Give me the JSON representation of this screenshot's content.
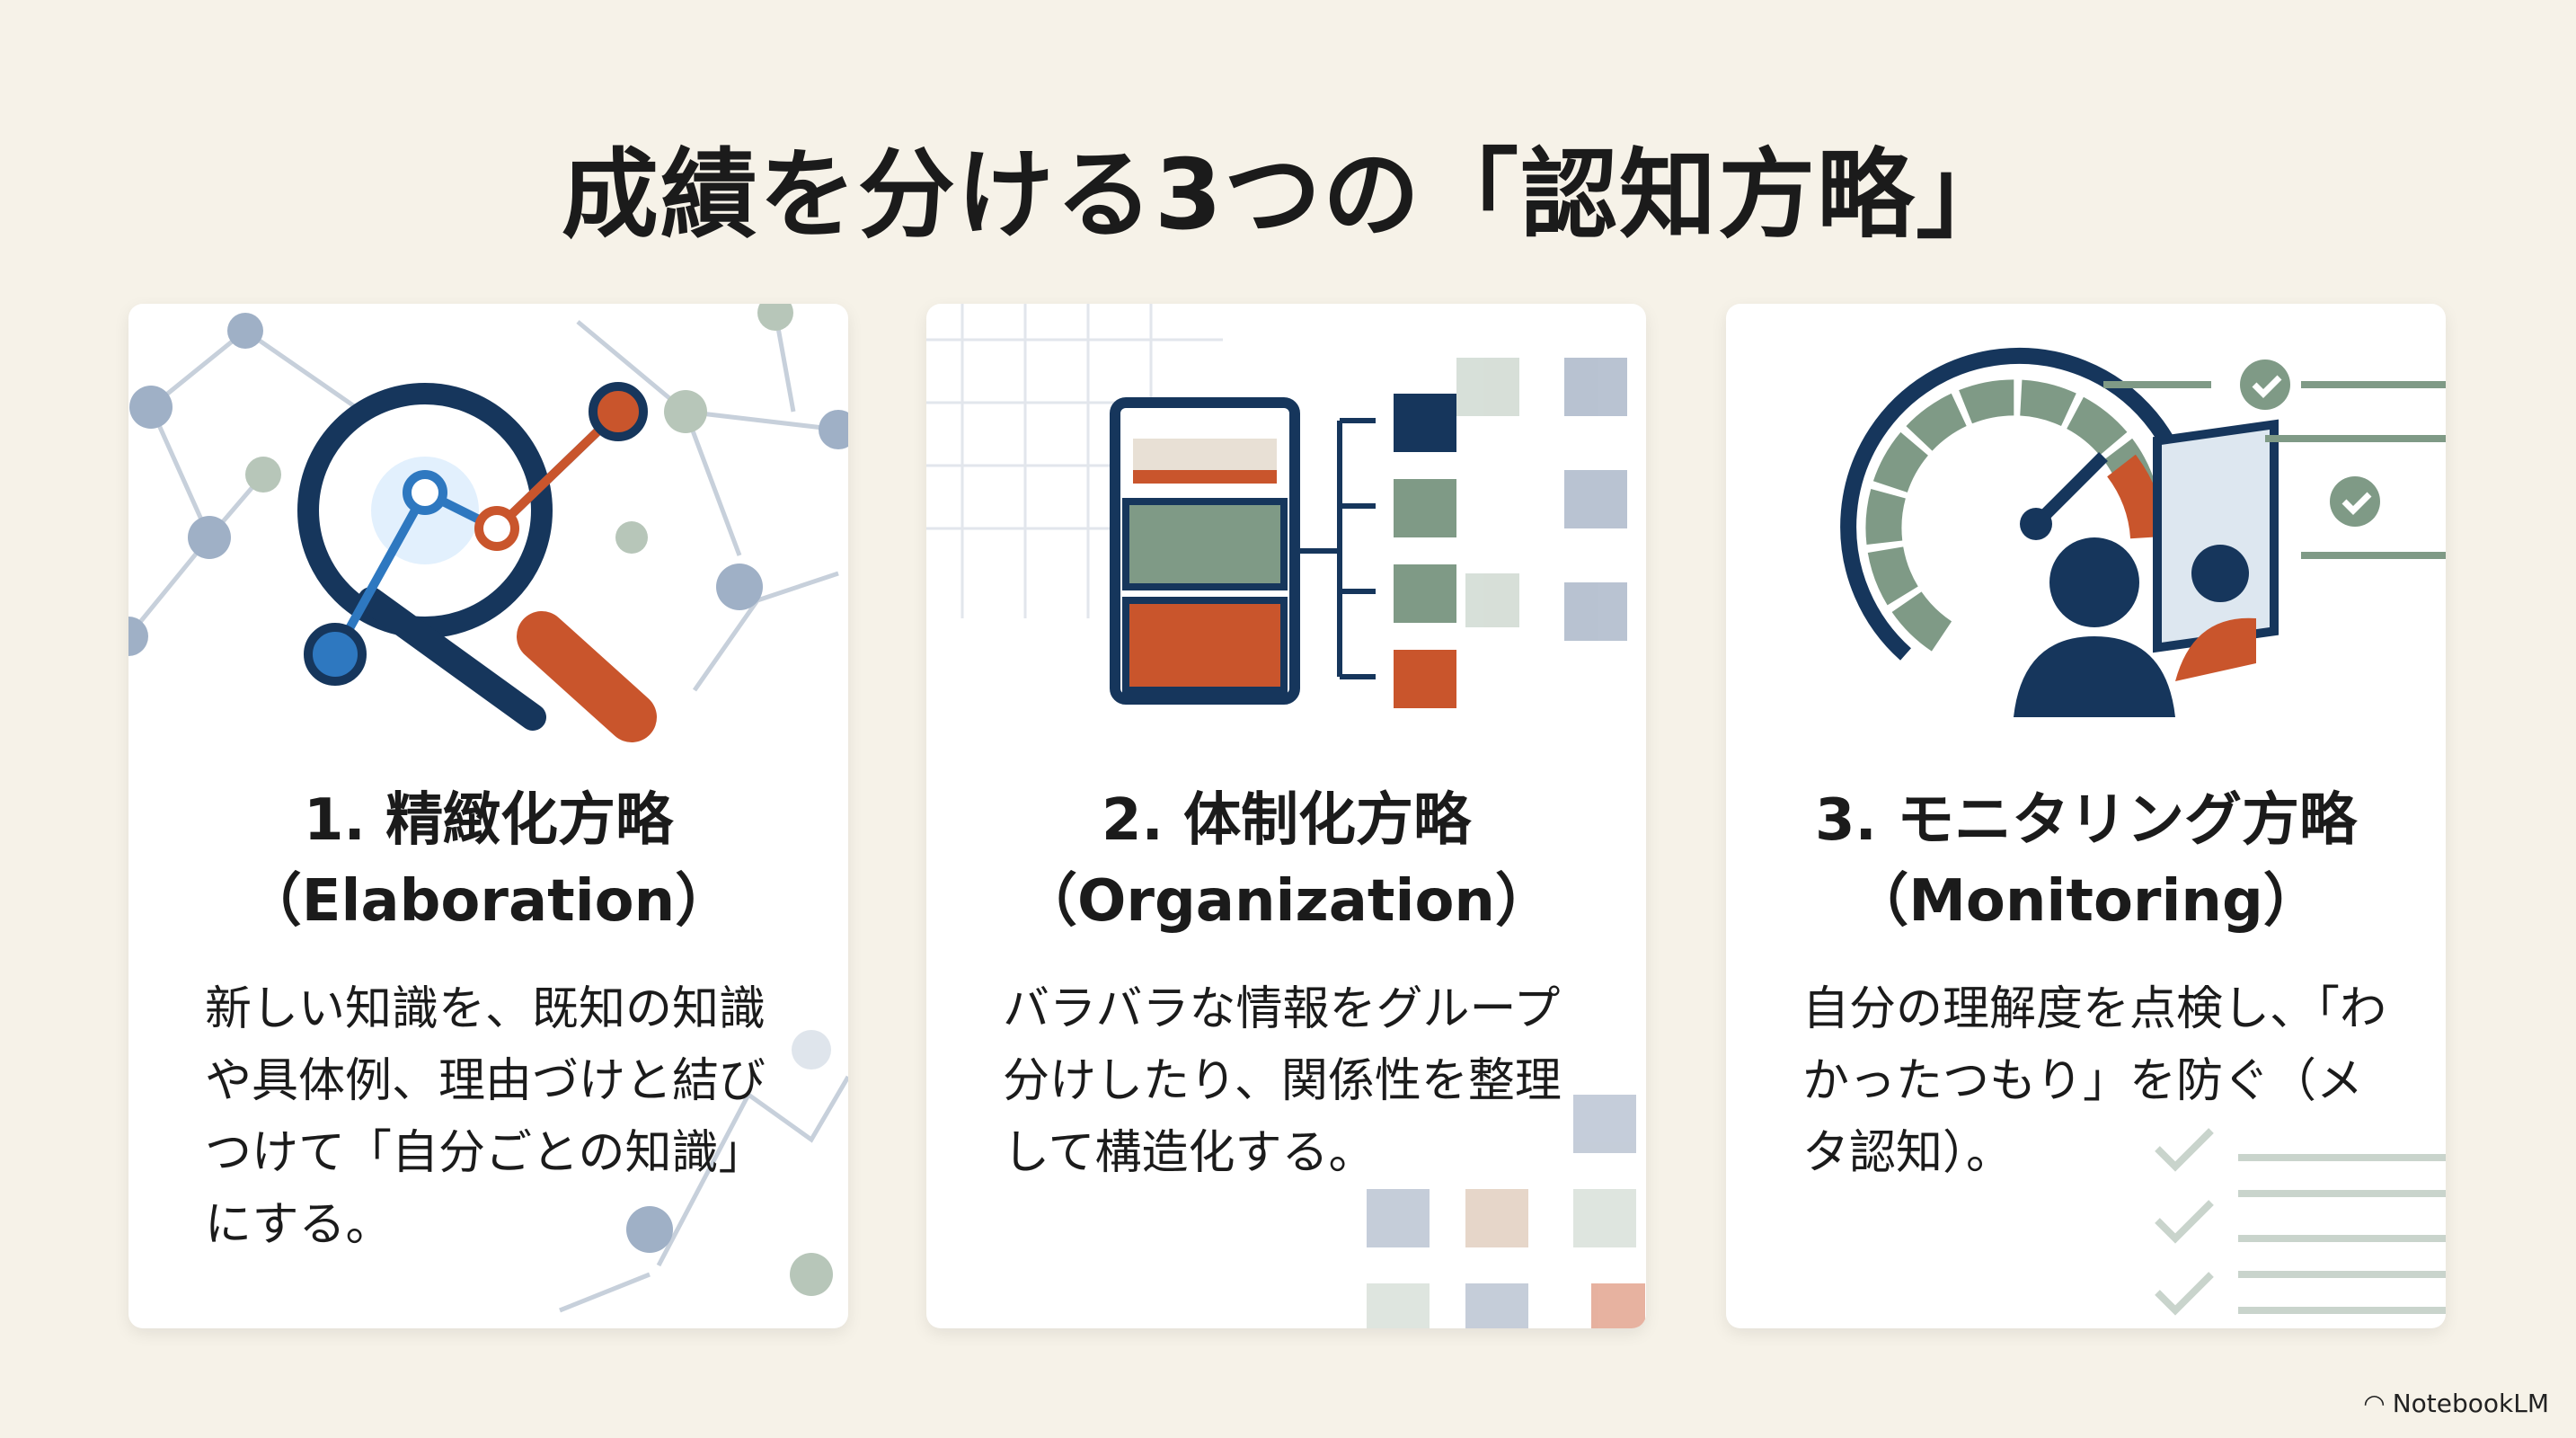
{
  "title": "成績を分ける3つの「認知方略」",
  "cards": [
    {
      "heading": "1. 精緻化方略",
      "subheading": "（Elaboration）",
      "body": "新しい知識を、既知の知識や具体例、理由づけと結びつけて「自分ごとの知識」にする。",
      "icon": "magnifier-network-icon"
    },
    {
      "heading": "2. 体制化方略",
      "subheading": "（Organization）",
      "body": "バラバラな情報をグループ分けしたり、関係性を整理して構造化する。",
      "icon": "file-cabinet-hierarchy-icon"
    },
    {
      "heading": "3. モニタリング方略",
      "subheading": "（Monitoring）",
      "body": "自分の理解度を点検し、「わかったつもり」を防ぐ（メタ認知）。",
      "icon": "gauge-mirror-icon"
    }
  ],
  "brand": "NotebookLM",
  "colors": {
    "navy": "#16365c",
    "orange": "#c9552c",
    "sage": "#7f9a86",
    "blue": "#2e78c0",
    "bg": "#f6f2e8"
  }
}
